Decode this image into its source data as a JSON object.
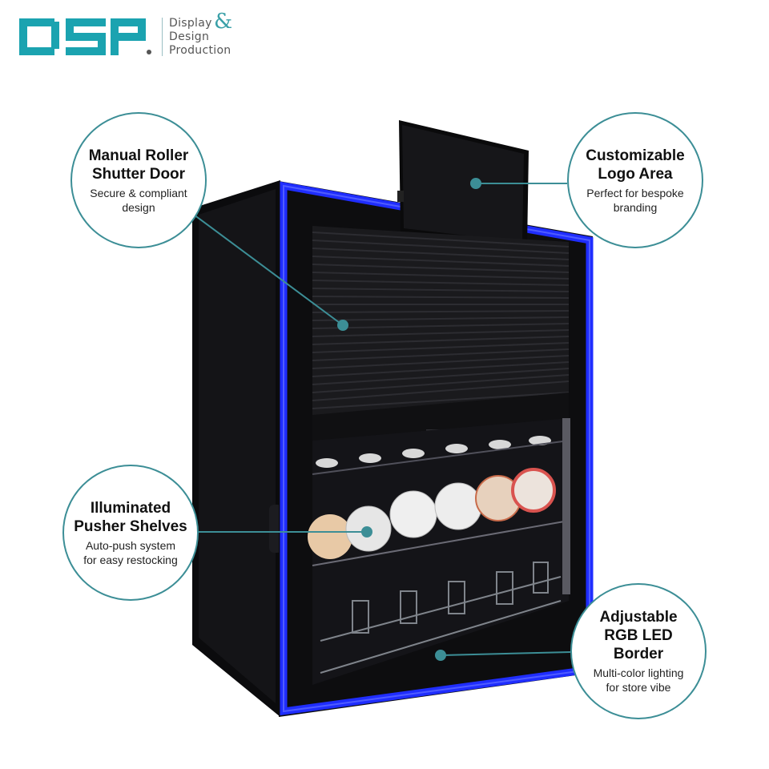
{
  "brand": {
    "logo_lettering": "DSP",
    "line1": "Display",
    "line2": "Design",
    "amp": "&",
    "line3": "Production",
    "colors": {
      "teal": "#1ba3b0",
      "line": "#3c8e96"
    }
  },
  "callouts": {
    "shutter": {
      "title_line1": "Manual Roller",
      "title_line2": "Shutter Door",
      "desc_line1": "Secure & compliant",
      "desc_line2": "design"
    },
    "logo_area": {
      "title_line1": "Customizable",
      "title_line2": "Logo Area",
      "desc_line1": "Perfect for bespoke",
      "desc_line2": "branding"
    },
    "pusher": {
      "title_line1": "Illuminated",
      "title_line2": "Pusher Shelves",
      "desc_line1": "Auto-push system",
      "desc_line2": "for easy restocking"
    },
    "led": {
      "title_line1": "Adjustable",
      "title_line2": "RGB LED Border",
      "desc_line1": "Multi-color lighting",
      "desc_line2": "for store vibe"
    }
  },
  "product": {
    "led_color": "#1f2dff",
    "body_color": "#0d0d0f"
  }
}
